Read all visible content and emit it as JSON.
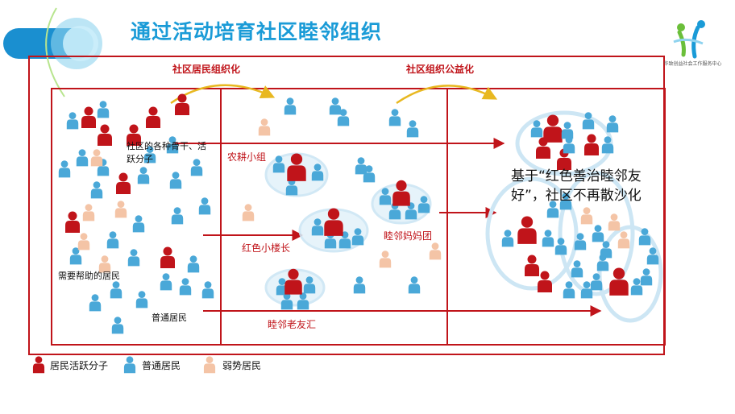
{
  "title": "通过活动培育社区睦邻组织",
  "logo_text": "华致创益社会工作服务中心",
  "flow_labels": {
    "residents_organize": "社区居民组织化",
    "org_public_welfare": "社区组织公益化"
  },
  "column1_labels": {
    "activists": "社区的各种骨干、活跃分子",
    "needy": "需要帮助的居民",
    "ordinary": "普通居民"
  },
  "groups": [
    "农耕小组",
    "红色小楼长",
    "睦邻妈妈团",
    "睦邻老友汇"
  ],
  "outcome_text": "基于“红色善治睦邻友好”，社区不再散沙化",
  "legend": [
    {
      "label": "居民活跃分子",
      "color": "#c0141a",
      "icon": "person-icon"
    },
    {
      "label": "普通居民",
      "color": "#4aa8d8",
      "icon": "person-icon"
    },
    {
      "label": "弱势居民",
      "color": "#f4c4a6",
      "icon": "person-icon"
    }
  ],
  "colors": {
    "frame": "#c0141a",
    "title": "#1a9bd7",
    "arrow_curve": "#e8b820"
  }
}
